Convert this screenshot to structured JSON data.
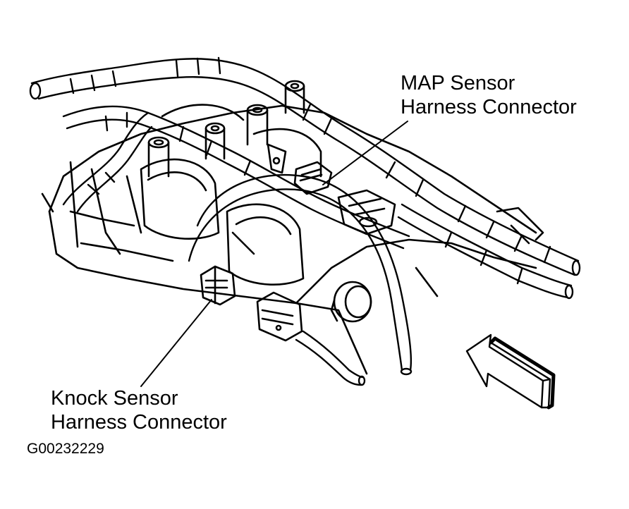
{
  "labels": {
    "map_sensor": {
      "line1": "MAP Sensor",
      "line2": "Harness Connector"
    },
    "knock_sensor": {
      "line1": "Knock Sensor",
      "line2": "Harness Connector"
    }
  },
  "figure_id": "G00232229",
  "colors": {
    "ink": "#000000",
    "background": "#ffffff"
  },
  "icons": {
    "direction_arrow": "front-direction-arrow-icon"
  }
}
